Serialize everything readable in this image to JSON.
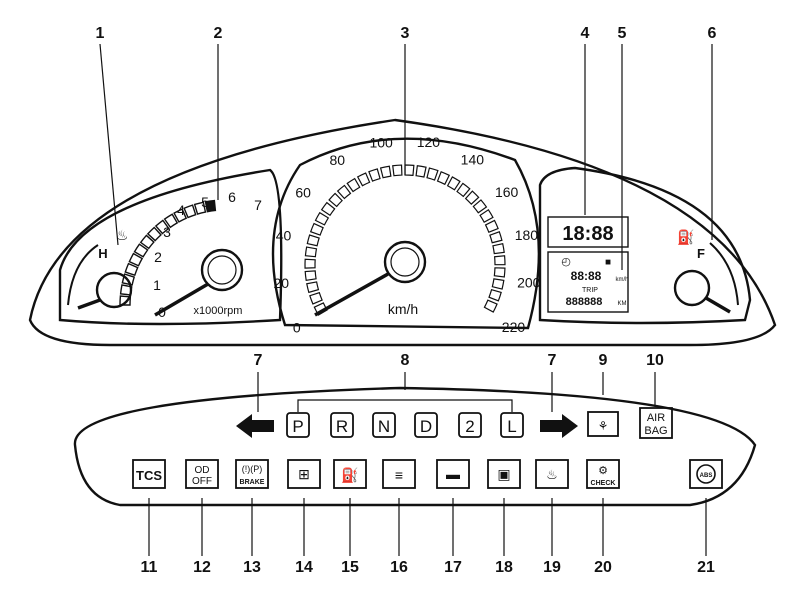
{
  "callouts_top": [
    "1",
    "2",
    "3",
    "4",
    "5",
    "6"
  ],
  "callouts_mid": [
    "7",
    "8",
    "7",
    "9",
    "10"
  ],
  "callouts_bottom": [
    "11",
    "12",
    "13",
    "14",
    "15",
    "16",
    "17",
    "18",
    "19",
    "20",
    "21"
  ],
  "tach": {
    "labels": [
      "0",
      "1",
      "2",
      "3",
      "4",
      "5",
      "6",
      "7"
    ],
    "unit": "x1000rpm"
  },
  "temp": {
    "label": "H"
  },
  "speedo": {
    "labels": [
      "0",
      "20",
      "40",
      "60",
      "80",
      "100",
      "120",
      "140",
      "160",
      "180",
      "200",
      "220"
    ],
    "unit": "km/h"
  },
  "fuel": {
    "label": "F"
  },
  "clock": {
    "display": "18:88"
  },
  "odo": {
    "digits1": "88:88",
    "unit1": "km/h",
    "trip": "TRIP",
    "digits2": "888888",
    "unit2": "KM"
  },
  "gears": [
    "P",
    "R",
    "N",
    "D",
    "2",
    "L"
  ],
  "airbag": {
    "line1": "AIR",
    "line2": "BAG"
  },
  "lamps": {
    "tcs": "TCS",
    "od_line1": "OD",
    "od_line2": "OFF",
    "brake_symbol": "(!)(P)",
    "brake": "BRAKE",
    "check": "CHECK",
    "abs": "ABS"
  }
}
